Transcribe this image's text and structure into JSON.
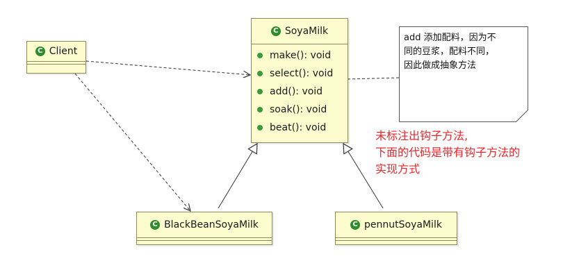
{
  "classes": {
    "client": {
      "name": "Client",
      "icon": "class-icon",
      "icon_glyph": "C"
    },
    "soyamilk": {
      "name": "SoyaMilk",
      "icon": "class-icon",
      "icon_glyph": "C",
      "methods": [
        "make(): void",
        "select(): void",
        "add(): void",
        "soak(): void",
        "beat(): void"
      ]
    },
    "blackbean": {
      "name": "BlackBeanSoyaMilk",
      "icon": "class-icon",
      "icon_glyph": "C"
    },
    "pennut": {
      "name": "pennutSoyaMilk",
      "icon": "class-icon",
      "icon_glyph": "C"
    }
  },
  "note": {
    "lines": [
      "add 添加配料，因为不",
      "同的豆浆，配料不同，",
      "因此做成抽象方法"
    ]
  },
  "annotation": {
    "lines": [
      "未标注出钩子方法,",
      "下面的代码是带有钩子方法的",
      "实现方式"
    ],
    "color": "#e8262b"
  },
  "colors": {
    "class_fill": "#fcfcce",
    "class_border": "#8a8a5a",
    "icon_green": "#2e8b2e"
  }
}
